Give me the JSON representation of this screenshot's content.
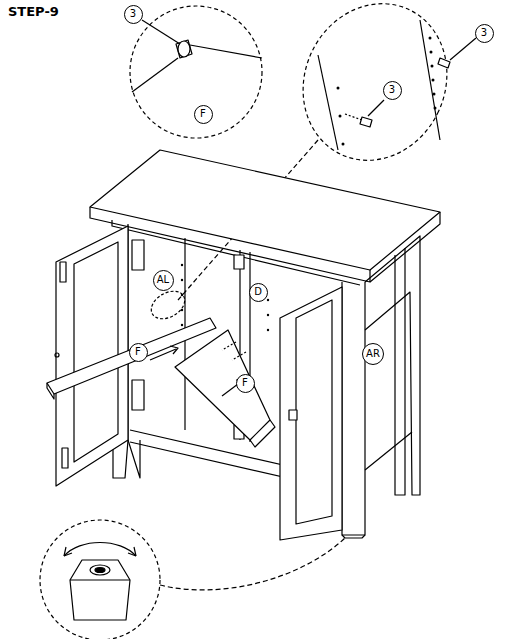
{
  "diagram": {
    "nodes": [
      {
        "text": [
          "3"
        ]
      },
      {
        "text": [
          "3"
        ]
      },
      {
        "text": [
          "F"
        ]
      },
      {
        "text": [
          "3"
        ]
      },
      {
        "text": [
          "AL"
        ]
      },
      {
        "text": [
          "D"
        ]
      },
      {
        "text": [
          "F"
        ]
      },
      {
        "text": [
          "F"
        ]
      },
      {
        "text": [
          "AR"
        ]
      }
    ],
    "labels": [
      "STEP-9"
    ]
  }
}
